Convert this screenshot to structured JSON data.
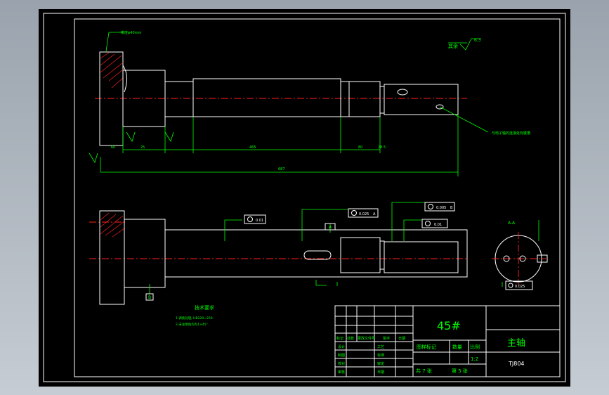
{
  "title_block": {
    "material": "45#",
    "part_name": "主轴",
    "drawing_no": "TJ804",
    "scale_header": "比例",
    "scale_value": "1:2",
    "mark_header": "图样标记",
    "weight_header": "数量",
    "sheets_total": "共 7 张",
    "sheet_no": "第 5 张",
    "rev_headers": [
      "标记",
      "处数",
      "更改文件号",
      "签字",
      "日期"
    ],
    "role_labels": [
      "设计",
      "制图",
      "校对",
      "审核"
    ],
    "role_labels2": [
      "工艺",
      "标准",
      "审定",
      "日期"
    ]
  },
  "notes": {
    "heading": "技术要求",
    "lines": [
      "1.调质处理, HB220~250.",
      "2.未注倒角均为1×45°."
    ]
  },
  "annotations": {
    "roughness_other": "其余",
    "roughness_value": "6.3",
    "keyway_note": "与电子轴的连接处有键槽",
    "top_leader": "锥度φ40mm",
    "section_label": "A-A",
    "dim_total": "687",
    "dim_main": "465",
    "dim_left": "60",
    "dim_small": "25",
    "dim_mid": "80",
    "dim_right": "28.5",
    "tol_1": "0.01",
    "tol_2": "0.025",
    "tol_3": "0.005",
    "tol_4": "0.01",
    "tol_section": "0.025",
    "datum_a": "A",
    "datum_b": "B"
  },
  "colors": {
    "background": "#000000",
    "outline": "#ffffff",
    "dimension": "#00ff00",
    "centerline": "#ff2020"
  }
}
